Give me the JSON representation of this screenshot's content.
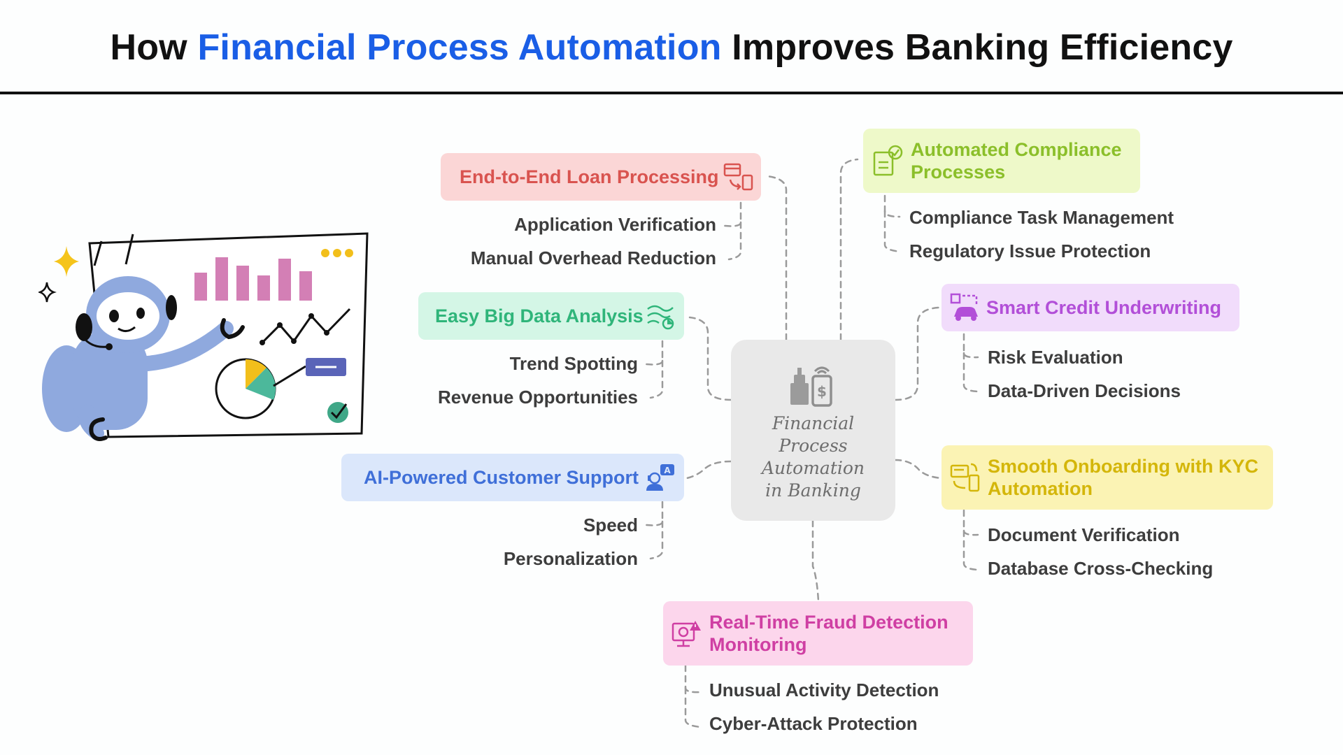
{
  "title": {
    "part1": "How ",
    "highlight": "Financial Process Automation",
    "part2": " Improves Banking Efficiency"
  },
  "center": {
    "line1": "Financial",
    "line2": "Process",
    "line3": "Automation",
    "line4": "in Banking",
    "icon": "atm-and-phone-dollar-icon"
  },
  "branches": {
    "loan": {
      "label": "End-to-End Loan Processing",
      "color": "#d9534f",
      "bg": "#fbd6d6",
      "icon": "card-to-phone-icon",
      "items": [
        "Application Verification",
        "Manual Overhead Reduction"
      ]
    },
    "data": {
      "label": "Easy Big Data Analysis",
      "color": "#2fb57a",
      "bg": "#d4f6e6",
      "icon": "data-waves-icon",
      "items": [
        "Trend Spotting",
        "Revenue Opportunities"
      ]
    },
    "support": {
      "label": "AI-Powered Customer Support",
      "color": "#3f6fd8",
      "bg": "#dbe7fb",
      "icon": "support-agent-icon",
      "items": [
        "Speed",
        "Personalization"
      ]
    },
    "compliance": {
      "line1": "Automated Compliance",
      "line2": "Processes",
      "color": "#8bbf2a",
      "bg": "#eef9c9",
      "icon": "compliance-check-icon",
      "items": [
        "Compliance Task Management",
        "Regulatory Issue Protection"
      ]
    },
    "credit": {
      "label": "Smart Credit Underwriting",
      "color": "#b24fd8",
      "bg": "#f1dcfb",
      "icon": "credit-car-icon",
      "items": [
        "Risk Evaluation",
        "Data-Driven Decisions"
      ]
    },
    "kyc": {
      "line1": "Smooth Onboarding with KYC",
      "line2": "Automation",
      "color": "#d4b60a",
      "bg": "#fbf3b4",
      "icon": "id-card-phone-icon",
      "items": [
        "Document Verification",
        "Database Cross-Checking"
      ]
    },
    "fraud": {
      "line1": "Real-Time Fraud Detection",
      "line2": "Monitoring",
      "color": "#cf3fa3",
      "bg": "#fcd6ec",
      "icon": "alert-monitor-icon",
      "items": [
        "Unusual Activity Detection",
        "Cyber-Attack Protection"
      ]
    }
  },
  "colors": {
    "accent": "#1a5ee6",
    "connector": "#9a9a9a"
  }
}
